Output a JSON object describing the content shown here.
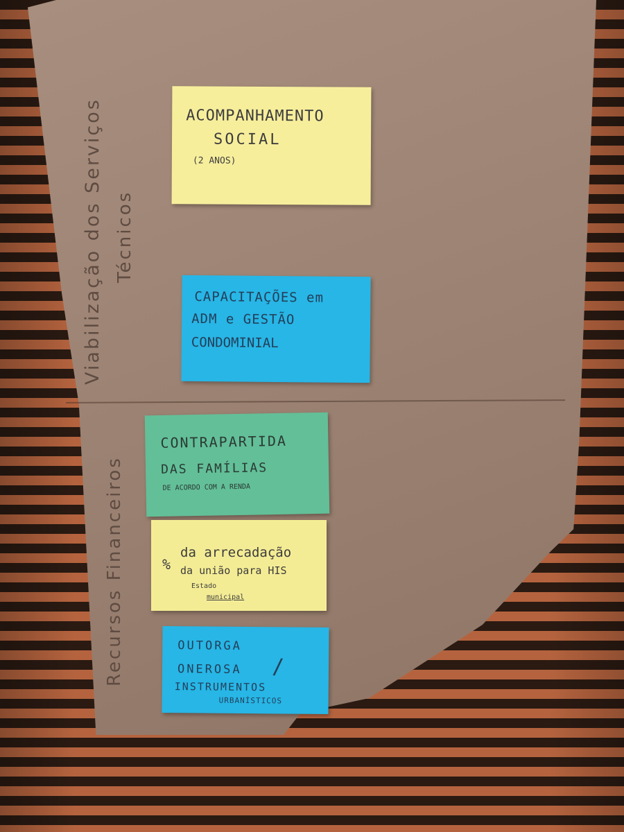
{
  "section_labels": {
    "top_line1": "Viabilização dos Serviços",
    "top_line2": "Técnicos",
    "bottom": "Recursos Financeiros"
  },
  "notes": [
    {
      "color": "#f7ee9c",
      "lines": [
        "ACOMPANHAMENTO",
        "SOCIAL",
        "(2 ANOS)"
      ]
    },
    {
      "color": "#27b6e6",
      "lines": [
        "CAPACITAÇÕES em",
        "ADM e GESTÃO",
        "CONDOMINIAL"
      ]
    },
    {
      "color": "#63bf98",
      "lines": [
        "CONTRAPARTIDA",
        "DAS FAMÍLIAS",
        "DE ACORDO COM A RENDA"
      ]
    },
    {
      "color": "#f4ec95",
      "lines": [
        "%",
        "da arrecadação",
        "da união para HIS",
        "Estado",
        "municipal"
      ]
    },
    {
      "color": "#27b6e6",
      "lines": [
        "OUTORGA",
        "ONEROSA",
        "/",
        "INSTRUMENTOS",
        "URBANÍSTICOS"
      ]
    }
  ]
}
